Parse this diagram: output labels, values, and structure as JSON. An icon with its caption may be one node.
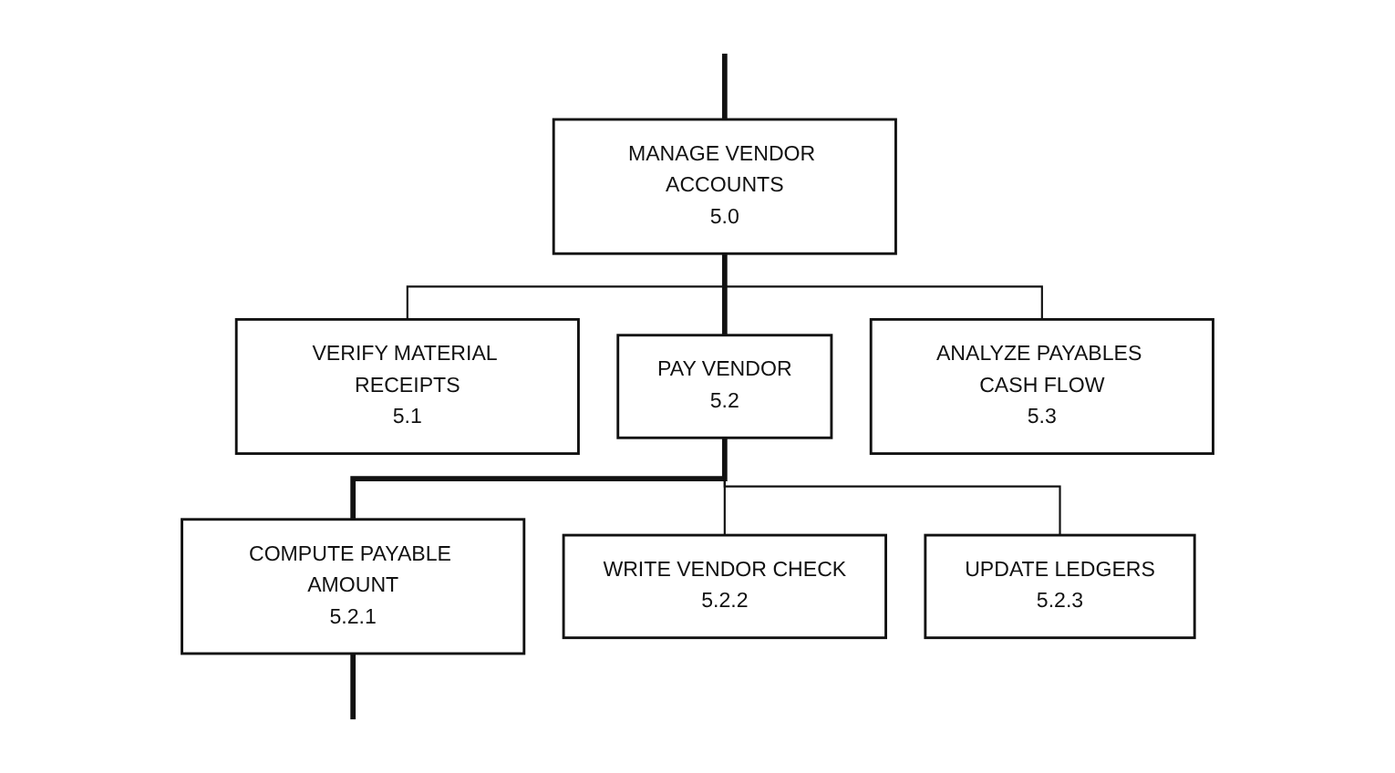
{
  "diagram": {
    "nodes": [
      {
        "text": [
          "MANAGE VENDOR ACCOUNTS",
          "5.0"
        ]
      },
      {
        "text": [
          "VERIFY MATERIAL RECEIPTS",
          "5.1"
        ]
      },
      {
        "text": [
          "PAY VENDOR",
          "5.2"
        ]
      },
      {
        "text": [
          "ANALYZE PAYABLES CASH FLOW",
          "5.3"
        ]
      },
      {
        "text": [
          "COMPUTE PAYABLE AMOUNT",
          "5.2.1"
        ]
      },
      {
        "text": [
          "WRITE VENDOR CHECK",
          "5.2.2"
        ]
      },
      {
        "text": [
          "UPDATE LEDGERS",
          "5.2.3"
        ]
      }
    ],
    "edges": [
      {
        "from": null,
        "to": 0,
        "arrow": "none",
        "style": "thick"
      },
      {
        "from": 0,
        "to": 1,
        "arrow": "none"
      },
      {
        "from": 0,
        "to": 2,
        "arrow": "none",
        "style": "thick"
      },
      {
        "from": 0,
        "to": 3,
        "arrow": "none"
      },
      {
        "from": 2,
        "to": 4,
        "arrow": "none",
        "style": "thick"
      },
      {
        "from": 2,
        "to": 5,
        "arrow": "none"
      },
      {
        "from": 2,
        "to": 6,
        "arrow": "none"
      },
      {
        "from": 4,
        "to": null,
        "arrow": "none",
        "style": "thick"
      }
    ]
  }
}
